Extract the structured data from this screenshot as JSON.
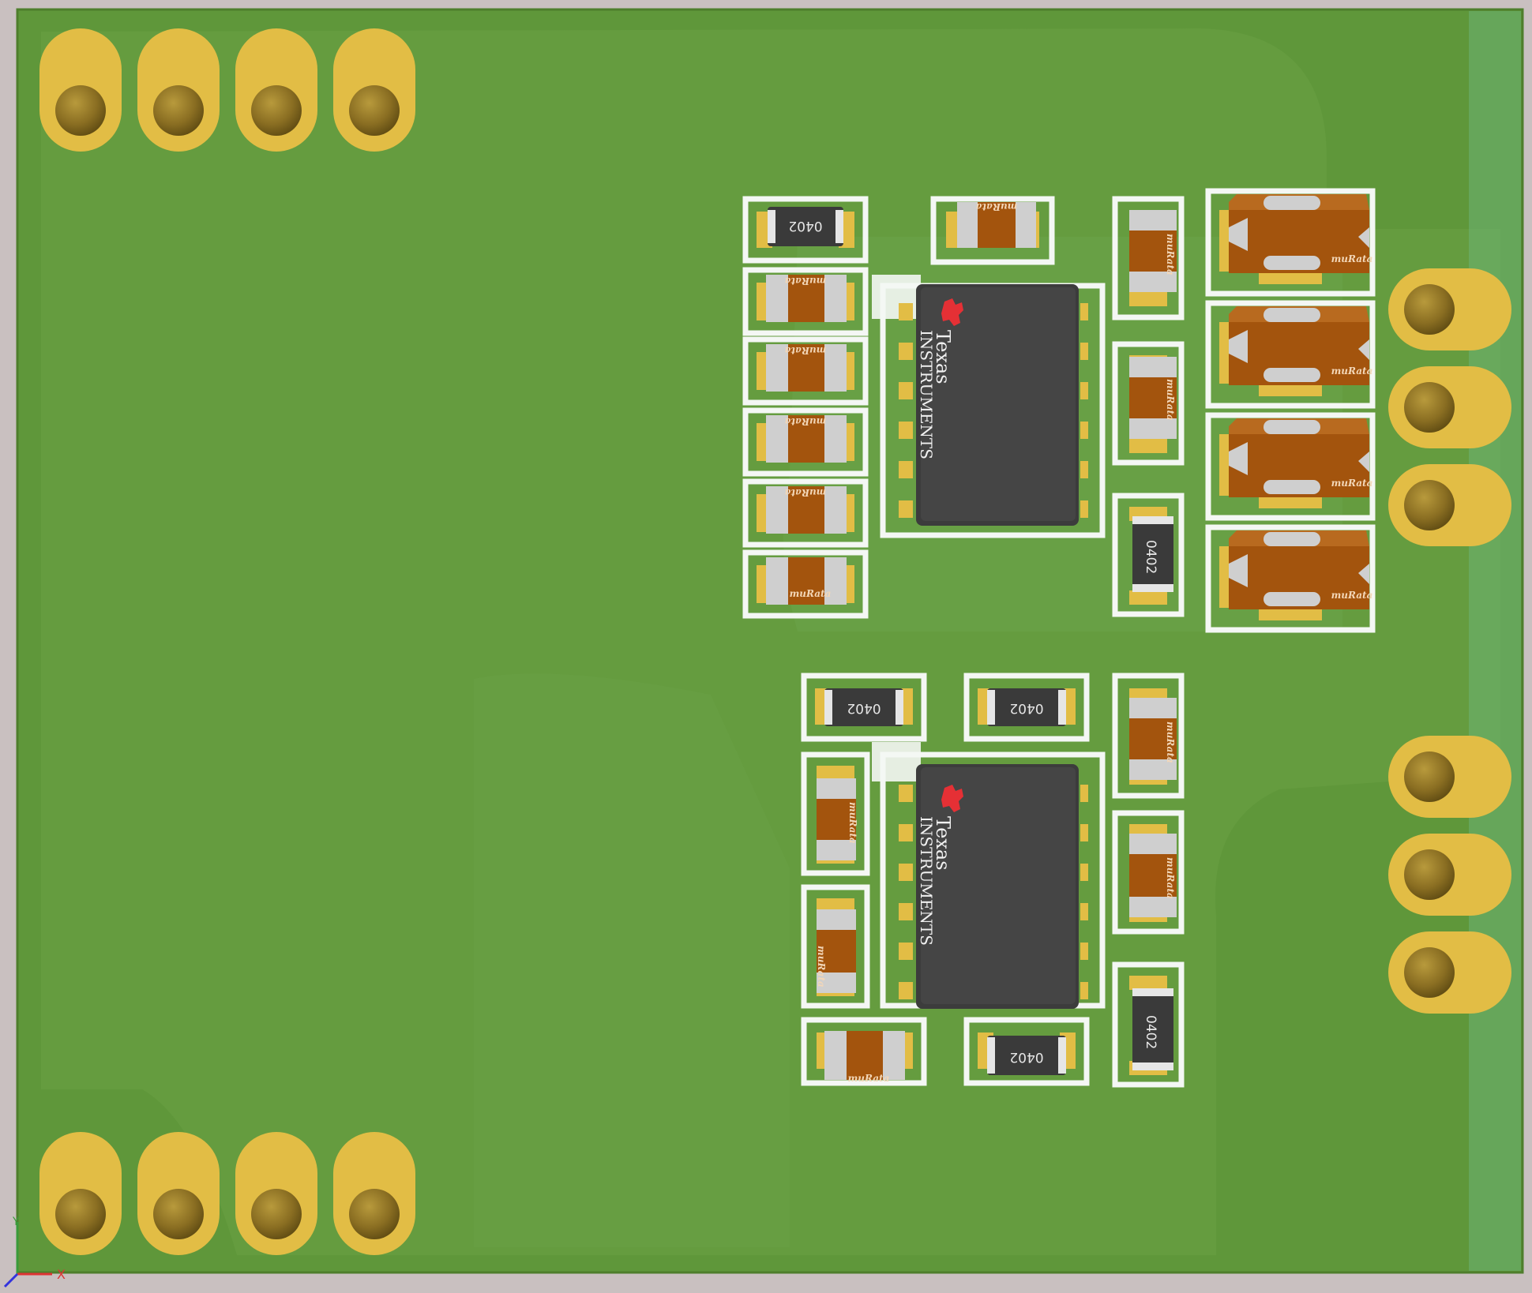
{
  "board": {
    "colors": {
      "board": "#5f973a",
      "pour": "#6aa049",
      "copper_pad": "#e2bd45",
      "silkscreen": "#f4f7f4",
      "background": "#c9c0c0"
    }
  },
  "ics": [
    {
      "logo_line1": "Texas",
      "logo_line2": "Instruments"
    },
    {
      "logo_line1": "Texas",
      "logo_line2": "Instruments"
    }
  ],
  "labels": {
    "resistor": "0402",
    "capacitor": "muRata"
  },
  "axes": {
    "x": "X",
    "y": "Y"
  }
}
